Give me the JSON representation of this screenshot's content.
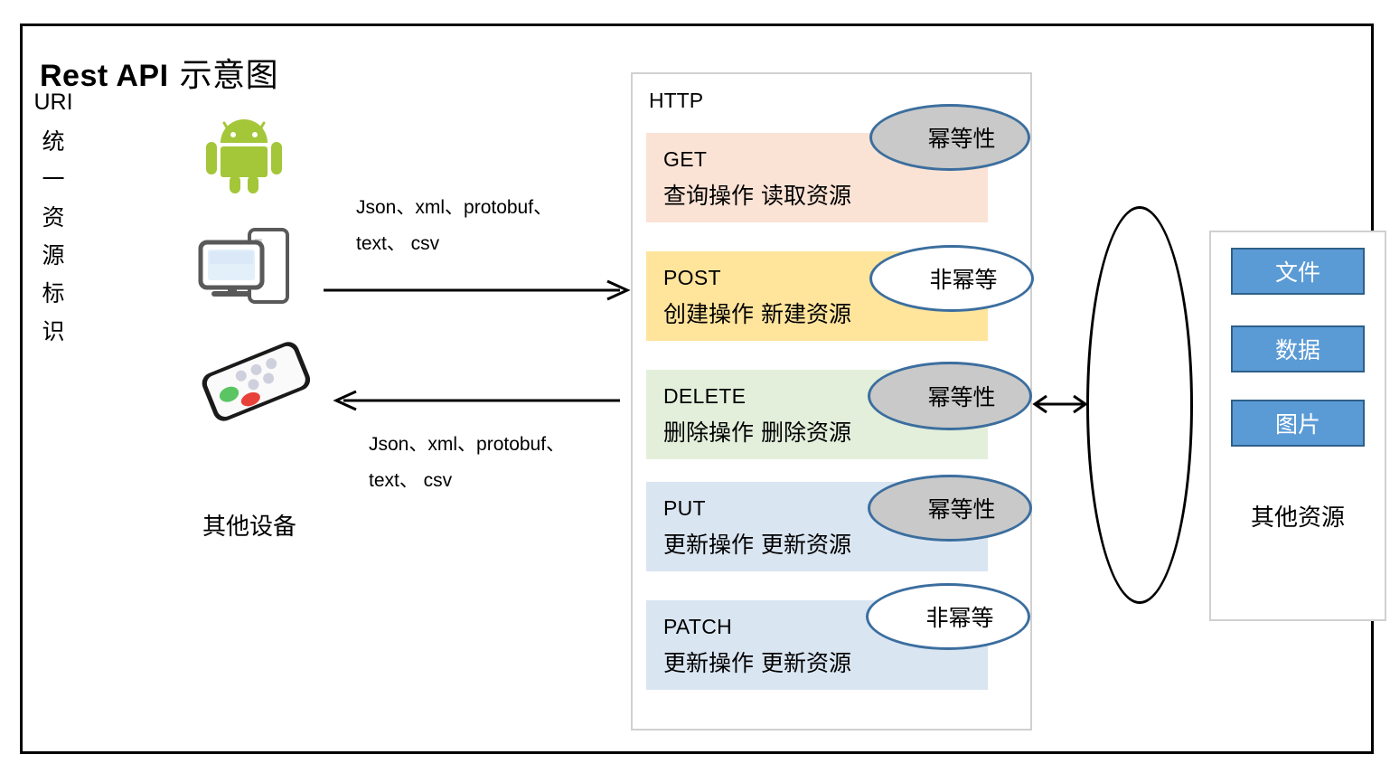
{
  "title": {
    "en": "Rest API",
    "cn": "示意图"
  },
  "clients": {
    "icons": [
      {
        "name": "android-robot-icon"
      },
      {
        "name": "desktop-computer-icon"
      },
      {
        "name": "smartphone-icon"
      }
    ],
    "other_devices_label": "其他设备"
  },
  "arrows": {
    "request_payload": "Json、xml、protobuf、\ntext、 csv",
    "request_payload_line1": "Json、xml、protobuf、",
    "request_payload_line2": "text、 csv",
    "response_payload_line1": "Json、xml、protobuf、",
    "response_payload_line2": "text、 csv"
  },
  "http": {
    "label": "HTTP",
    "methods": [
      {
        "name": "GET",
        "desc": "查询操作  读取资源",
        "color": "#fae3d5",
        "idempotency": "幂等性",
        "idempotent": true
      },
      {
        "name": "POST",
        "desc": "创建操作  新建资源",
        "color": "#ffe49c",
        "idempotency": "非幂等",
        "idempotent": false
      },
      {
        "name": "DELETE",
        "desc": "删除操作  删除资源",
        "color": "#e3efdb",
        "idempotency": "幂等性",
        "idempotent": true
      },
      {
        "name": "PUT",
        "desc": "更新操作  更新资源",
        "color": "#dae5f2",
        "idempotency": "幂等性",
        "idempotent": true
      },
      {
        "name": "PATCH",
        "desc": "更新操作  更新资源",
        "color": "#dae5f2",
        "idempotency": "非幂等",
        "idempotent": false
      }
    ]
  },
  "uri": {
    "abbr": "URI",
    "expansion_chars": [
      "统",
      "一",
      "资",
      "源",
      "标",
      "识"
    ]
  },
  "resources": {
    "items": [
      "文件",
      "数据",
      "图片"
    ],
    "footer": "其他资源"
  },
  "colors": {
    "ellipse_border": "#3b6e9e",
    "ellipse_idempotent_fill": "#c9c9c9",
    "ellipse_nonidempotent_fill": "#ffffff",
    "resource_chip_fill": "#5b9bd5",
    "resource_chip_border": "#2e5f8a",
    "frame_border": "#000000"
  }
}
